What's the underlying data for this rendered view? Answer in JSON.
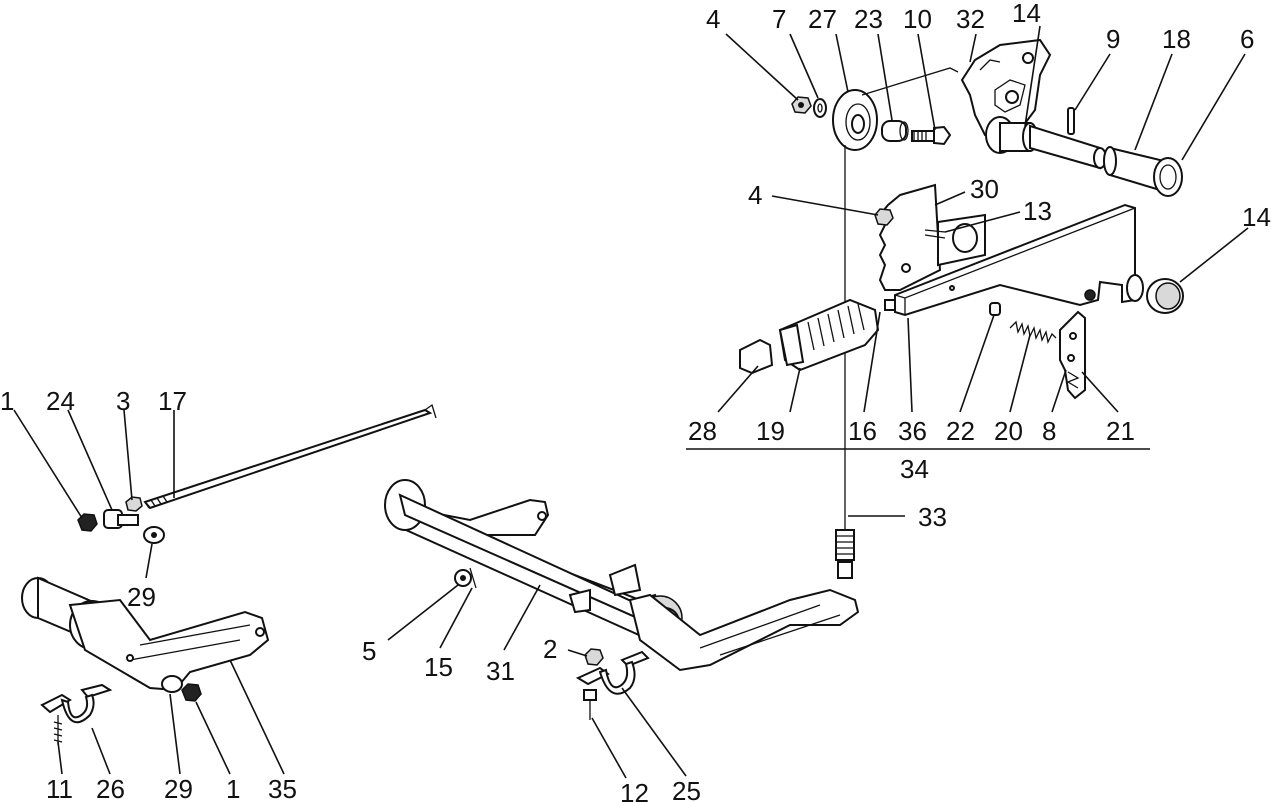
{
  "labels": {
    "l1a": "1",
    "l24": "24",
    "l3": "3",
    "l17": "17",
    "l29a": "29",
    "l4a": "4",
    "l7": "7",
    "l27": "27",
    "l23": "23",
    "l10": "10",
    "l32": "32",
    "l14a": "14",
    "l9": "9",
    "l18": "18",
    "l6": "6",
    "l4b": "4",
    "l30": "30",
    "l13": "13",
    "l14b": "14",
    "l28": "28",
    "l19": "19",
    "l16": "16",
    "l36": "36",
    "l22": "22",
    "l20": "20",
    "l8": "8",
    "l21": "21",
    "l34": "34",
    "l33": "33",
    "l5": "5",
    "l15": "15",
    "l31": "31",
    "l2": "2",
    "l12": "12",
    "l25": "25",
    "l11": "11",
    "l26": "26",
    "l29b": "29",
    "l1b": "1",
    "l35": "35"
  }
}
